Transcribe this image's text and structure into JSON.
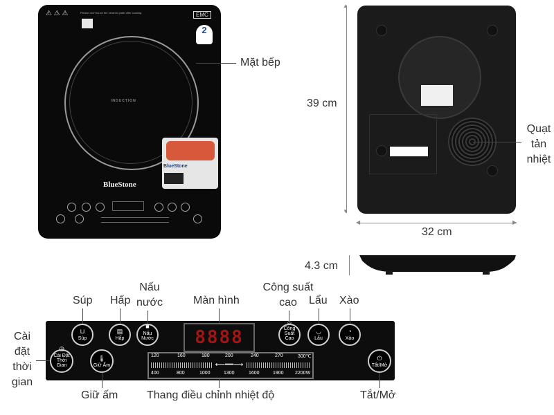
{
  "cooktop": {
    "warning_text": "Please don't touch the ceramic plate after cooking",
    "emc": "EMC",
    "induction": "INDUCTION",
    "warranty_years": "2",
    "brand": "BlueStone",
    "promo_brand": "BlueStone"
  },
  "dimensions": {
    "height": "39 cm",
    "width": "32 cm",
    "thickness": "4.3 cm"
  },
  "labels": {
    "surface": "Mặt bếp",
    "fan": "Quạt\ntản\nnhiệt",
    "soup": "Súp",
    "steam": "Hấp",
    "boil": "Nấu\nnước",
    "display": "Màn hình",
    "high_power": "Công suất\ncao",
    "hotpot": "Lẩu",
    "stirfry": "Xào",
    "timer": "Cài\nđặt\nthời\ngian",
    "keep_warm": "Giữ ấm",
    "temp_scale": "Thang điều chỉnh nhiệt độ",
    "power": "Tắt/Mở"
  },
  "panel": {
    "buttons": {
      "soup": "Súp",
      "steam": "Hấp",
      "boil": "Nấu Nước",
      "high_power_1": "Công",
      "high_power_2": "Suất Cao",
      "hotpot": "Lẩu",
      "stirfry": "Xào",
      "timer_1": "Cài Đặt",
      "timer_2": "Thời Gian",
      "keep_warm": "Giữ Ấm",
      "power": "Tắt/Mở"
    },
    "display_digits": "8888",
    "temps": [
      "120",
      "160",
      "180",
      "200",
      "240",
      "270",
      "300℃"
    ],
    "watts": [
      "400",
      "800",
      "1000",
      "1300",
      "1600",
      "1900",
      "2200W"
    ]
  },
  "icons": [
    "pot-icon",
    "steamer-icon",
    "kettle-icon",
    "flame-icon",
    "hotpot-icon",
    "wok-icon",
    "clock-icon",
    "thermometer-icon",
    "power-icon",
    "warning-icon",
    "fan-icon"
  ]
}
